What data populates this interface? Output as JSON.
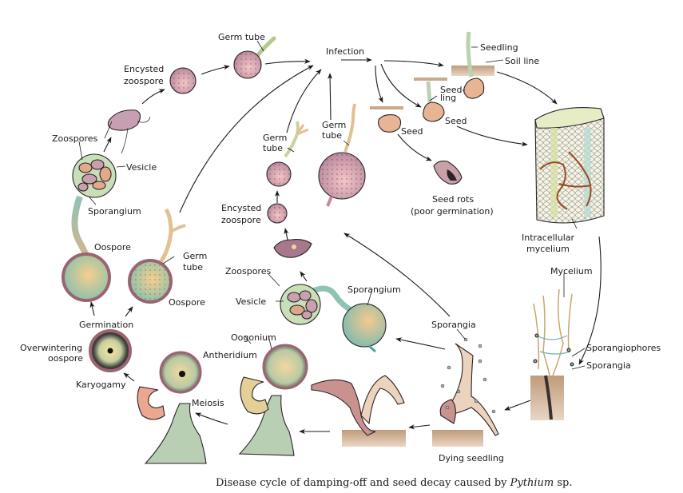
{
  "diagram": {
    "title": "Disease cycle of damping-off and seed decay caused by",
    "title_genus": "Pythium",
    "title_suffix": " sp.",
    "labels": {
      "germ_tube_top": "Germ tube",
      "infection": "Infection",
      "seedling_top": "Seedling",
      "soil_line": "Soil line",
      "encysted_zoospore_top_1": "Encysted",
      "encysted_zoospore_top_2": "zoospore",
      "zoospores_left": "Zoospores",
      "vesicle_left": "Vesicle",
      "sporangium_left": "Sporangium",
      "oospore_left": "Oospore",
      "germ_tube_left_1": "Germ",
      "germ_tube_left_2": "tube",
      "oospore_left_2": "Oospore",
      "germination": "Germination",
      "overwintering_1": "Overwintering",
      "overwintering_2": "oospore",
      "karyogamy": "Karyogamy",
      "meiosis": "Meiosis",
      "oogonium": "Oogonium",
      "antheridium": "Antheridium",
      "germ_tube_mid_1": "Germ",
      "germ_tube_mid_2": "tube",
      "germ_tube_center_1": "Germ",
      "germ_tube_center_2": "tube",
      "encysted_zoospore_mid_1": "Encysted",
      "encysted_zoospore_mid_2": "zoospore",
      "zoospores_mid": "Zoospores",
      "vesicle_mid": "Vesicle",
      "sporangium_mid": "Sporangium",
      "seed_left": "Seed",
      "seedling_mid_1": "Seed-",
      "seedling_mid_2": "ling",
      "seed_mid": "Seed",
      "seed_rots_1": "Seed rots",
      "seed_rots_2": "(poor germination)",
      "intracellular_1": "Intracellular",
      "intracellular_2": "mycelium",
      "mycelium": "Mycelium",
      "sporangiophores": "Sporangiophores",
      "sporangia_right": "Sporangia",
      "sporangia_mid": "Sporangia",
      "dying_seedling": "Dying seedling"
    },
    "colors": {
      "spore_pink": "#d9a9b8",
      "spore_dots": "#5a3a4a",
      "oospore_wall": "#a8707a",
      "oospore_fill_a": "#f2c98a",
      "oospore_fill_b": "#8fc5b5",
      "vesicle_fill": "#c9dfb8",
      "zoospore_fill": "#e3a98a",
      "stalk_green": "#9cc4ad",
      "seed_fill": "#e8b594",
      "soil": "#c9a98a",
      "mycelium_red": "#9a4a22",
      "stem_tissue": "#e6ecc4",
      "dying_plant": "#c9928f",
      "dying_plant_light": "#ecd3bd"
    }
  }
}
